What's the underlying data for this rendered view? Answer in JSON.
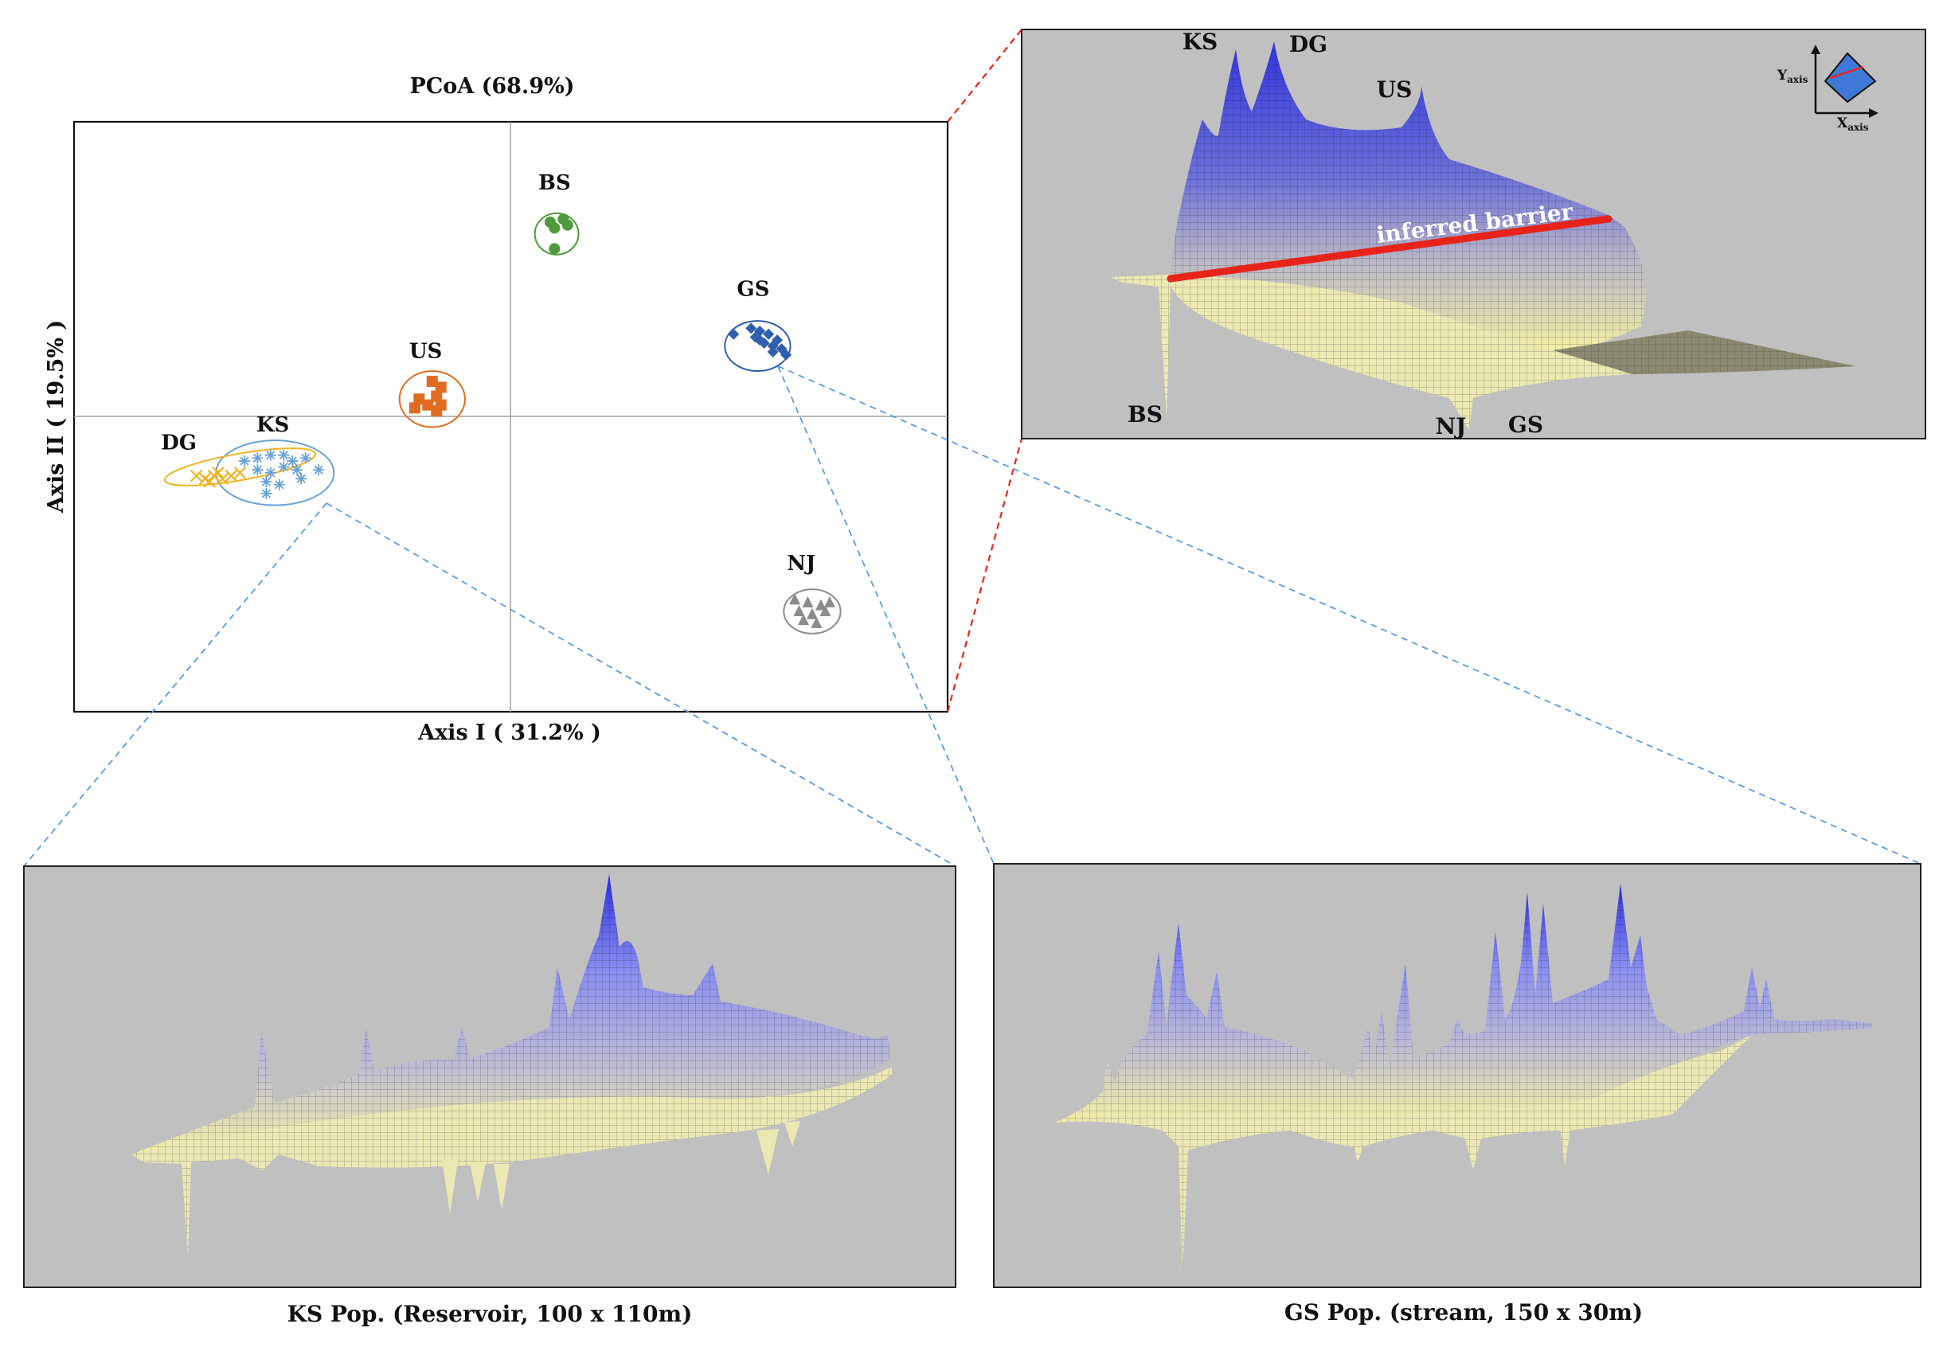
{
  "chart_data": [
    {
      "type": "scatter",
      "title": "PCoA (68.9%)",
      "xlabel": "Axis I ( 31.2% )",
      "ylabel": "Axis II ( 19.5% )",
      "xlim": [
        -1,
        1
      ],
      "ylim": [
        -1,
        1
      ],
      "grid": false,
      "series": [
        {
          "name": "BS",
          "color": "#4e9a3a",
          "marker": "circle",
          "label_pos": [
            0.1,
            0.77
          ],
          "points": [
            [
              0.09,
              0.66
            ],
            [
              0.12,
              0.67
            ],
            [
              0.1,
              0.64
            ],
            [
              0.13,
              0.65
            ],
            [
              0.1,
              0.57
            ]
          ],
          "ellipse": {
            "cx": 0.105,
            "cy": 0.62,
            "rx": 0.05,
            "ry": 0.07,
            "angle": 0
          }
        },
        {
          "name": "GS",
          "color": "#2f5fae",
          "marker": "diamond",
          "label_pos": [
            0.555,
            0.41
          ],
          "points": [
            [
              0.51,
              0.28
            ],
            [
              0.55,
              0.3
            ],
            [
              0.57,
              0.29
            ],
            [
              0.59,
              0.28
            ],
            [
              0.56,
              0.27
            ],
            [
              0.58,
              0.25
            ],
            [
              0.6,
              0.24
            ],
            [
              0.62,
              0.23
            ],
            [
              0.6,
              0.22
            ],
            [
              0.57,
              0.26
            ],
            [
              0.61,
              0.26
            ],
            [
              0.63,
              0.21
            ]
          ],
          "ellipse": {
            "cx": 0.565,
            "cy": 0.24,
            "rx": 0.075,
            "ry": 0.085,
            "angle": 0
          }
        },
        {
          "name": "US",
          "color": "#e06c1f",
          "marker": "square",
          "label_pos": [
            -0.195,
            0.2
          ],
          "points": [
            [
              -0.18,
              0.12
            ],
            [
              -0.16,
              0.1
            ],
            [
              -0.17,
              0.07
            ],
            [
              -0.21,
              0.06
            ],
            [
              -0.19,
              0.04
            ],
            [
              -0.17,
              0.02
            ],
            [
              -0.22,
              0.03
            ],
            [
              -0.16,
              0.04
            ]
          ],
          "ellipse": {
            "cx": -0.18,
            "cy": 0.06,
            "rx": 0.075,
            "ry": 0.095,
            "angle": 0
          }
        },
        {
          "name": "KS",
          "color": "#6aa3d8",
          "marker": "asterisk",
          "label_pos": [
            -0.545,
            -0.05
          ],
          "points": [
            [
              -0.61,
              -0.15
            ],
            [
              -0.58,
              -0.14
            ],
            [
              -0.55,
              -0.13
            ],
            [
              -0.52,
              -0.13
            ],
            [
              -0.5,
              -0.15
            ],
            [
              -0.47,
              -0.14
            ],
            [
              -0.58,
              -0.18
            ],
            [
              -0.55,
              -0.19
            ],
            [
              -0.52,
              -0.17
            ],
            [
              -0.49,
              -0.18
            ],
            [
              -0.56,
              -0.22
            ],
            [
              -0.53,
              -0.23
            ],
            [
              -0.56,
              -0.26
            ],
            [
              -0.48,
              -0.21
            ],
            [
              -0.44,
              -0.18
            ]
          ],
          "ellipse": {
            "cx": -0.54,
            "cy": -0.19,
            "rx": 0.135,
            "ry": 0.11,
            "angle": 0
          }
        },
        {
          "name": "DG",
          "color": "#f0b323",
          "marker": "x",
          "label_pos": [
            -0.76,
            -0.11
          ],
          "points": [
            [
              -0.72,
              -0.2
            ],
            [
              -0.7,
              -0.21
            ],
            [
              -0.68,
              -0.2
            ],
            [
              -0.66,
              -0.21
            ],
            [
              -0.64,
              -0.2
            ],
            [
              -0.62,
              -0.19
            ],
            [
              -0.69,
              -0.22
            ],
            [
              -0.67,
              -0.19
            ]
          ],
          "ellipse": {
            "cx": -0.62,
            "cy": -0.17,
            "rx": 0.175,
            "ry": 0.045,
            "angle": -10
          }
        },
        {
          "name": "NJ",
          "color": "#8c8c8c",
          "marker": "triangle",
          "label_pos": [
            0.665,
            -0.52
          ],
          "points": [
            [
              0.65,
              -0.62
            ],
            [
              0.68,
              -0.63
            ],
            [
              0.71,
              -0.64
            ],
            [
              0.73,
              -0.63
            ],
            [
              0.66,
              -0.66
            ],
            [
              0.69,
              -0.67
            ],
            [
              0.72,
              -0.66
            ],
            [
              0.67,
              -0.69
            ],
            [
              0.7,
              -0.7
            ]
          ],
          "ellipse": {
            "cx": 0.69,
            "cy": -0.66,
            "rx": 0.065,
            "ry": 0.075,
            "angle": 0
          }
        }
      ]
    },
    {
      "type": "surface",
      "peaks": [
        "KS",
        "DG",
        "US"
      ],
      "valleys": [
        "BS",
        "NJ",
        "GS"
      ],
      "annotation": "inferred barrier",
      "orientation": {
        "y": "Y",
        "y_sub": "axis",
        "x": "X",
        "x_sub": "axis"
      }
    },
    {
      "type": "surface",
      "caption": "KS Pop. (Reservoir, 100 x 110m)"
    },
    {
      "type": "surface",
      "caption": "GS Pop. (stream, 150 x 30m)"
    }
  ],
  "colors": {
    "panel_bg": "#c0c0c0",
    "surface_high": "#3a3fe0",
    "surface_low": "#f4f0a8",
    "barrier": "#e8241a",
    "zoom_red": "#e8241a",
    "zoom_blue": "#5b9be0"
  }
}
